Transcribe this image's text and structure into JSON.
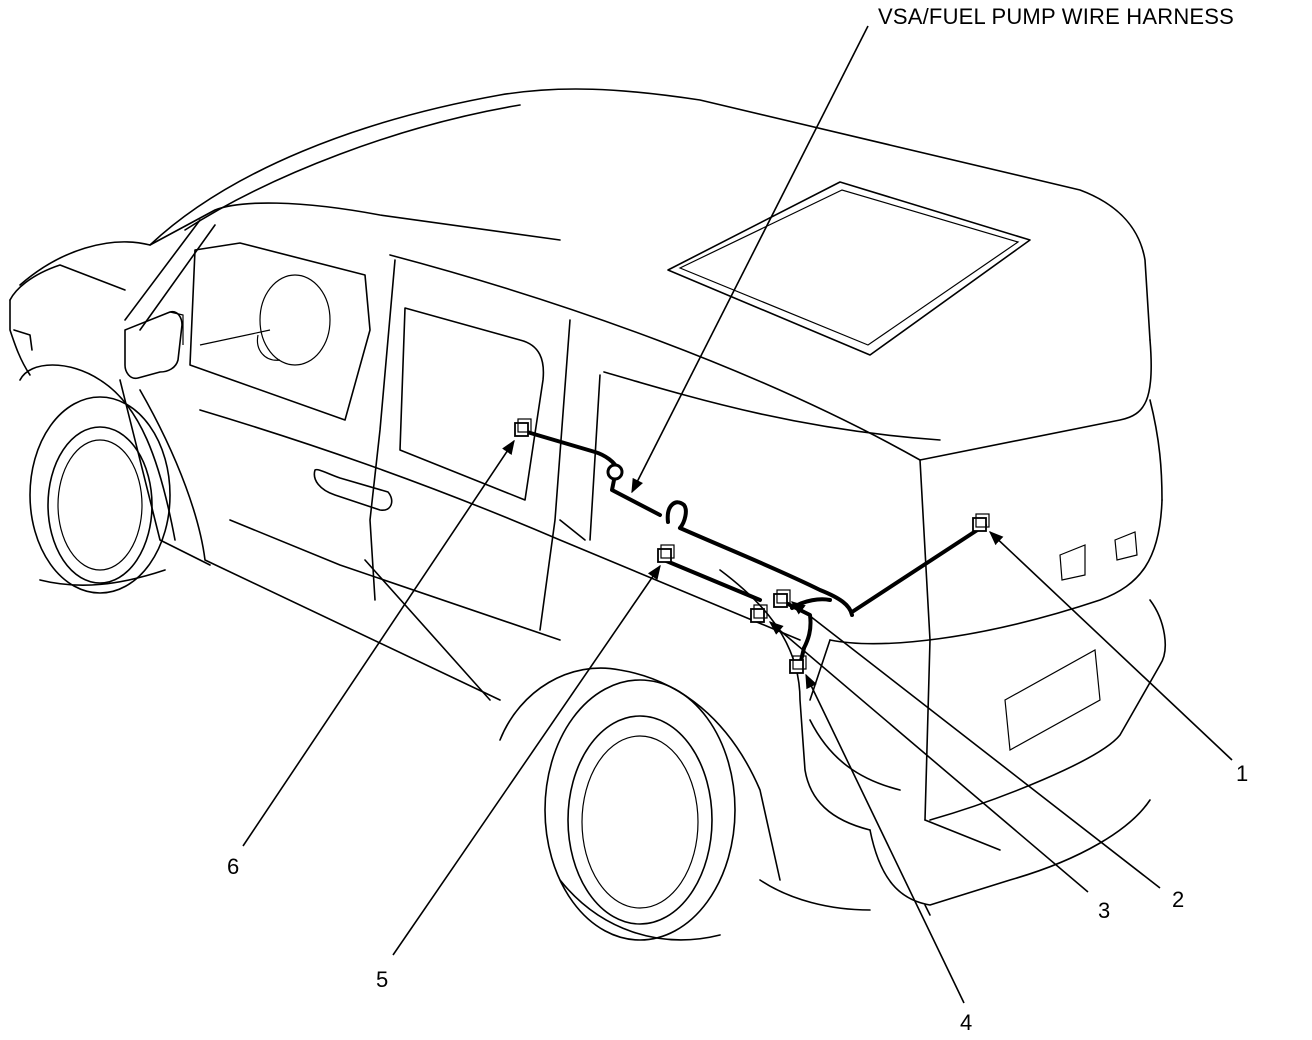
{
  "title_label": "VSA/FUEL PUMP WIRE HARNESS",
  "callouts": [
    {
      "id": "1",
      "label": "1"
    },
    {
      "id": "2",
      "label": "2"
    },
    {
      "id": "3",
      "label": "3"
    },
    {
      "id": "4",
      "label": "4"
    },
    {
      "id": "5",
      "label": "5"
    },
    {
      "id": "6",
      "label": "6"
    }
  ]
}
